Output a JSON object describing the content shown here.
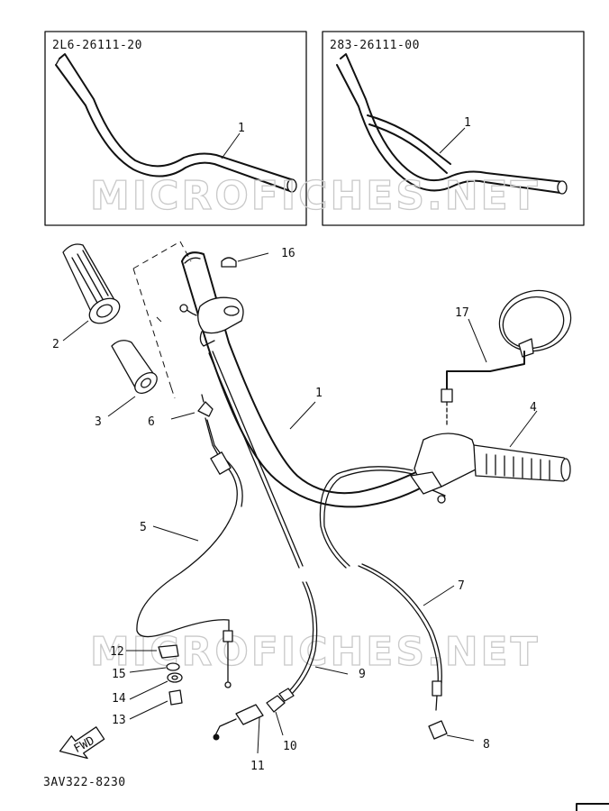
{
  "inset_left": {
    "code": "2L6-26111-20",
    "callout": "1"
  },
  "inset_right": {
    "code": "283-26111-00",
    "callout": "1"
  },
  "watermark": "MICROFICHES.NET",
  "callouts": {
    "c1": "1",
    "c2": "2",
    "c3": "3",
    "c4": "4",
    "c5": "5",
    "c6": "6",
    "c7": "7",
    "c8": "8",
    "c9": "9",
    "c10": "10",
    "c11": "11",
    "c12": "12",
    "c13": "13",
    "c14": "14",
    "c15": "15",
    "c16": "16",
    "c17": "17"
  },
  "fwd_label": "FWD",
  "diagram_code": "3AV322-8230"
}
